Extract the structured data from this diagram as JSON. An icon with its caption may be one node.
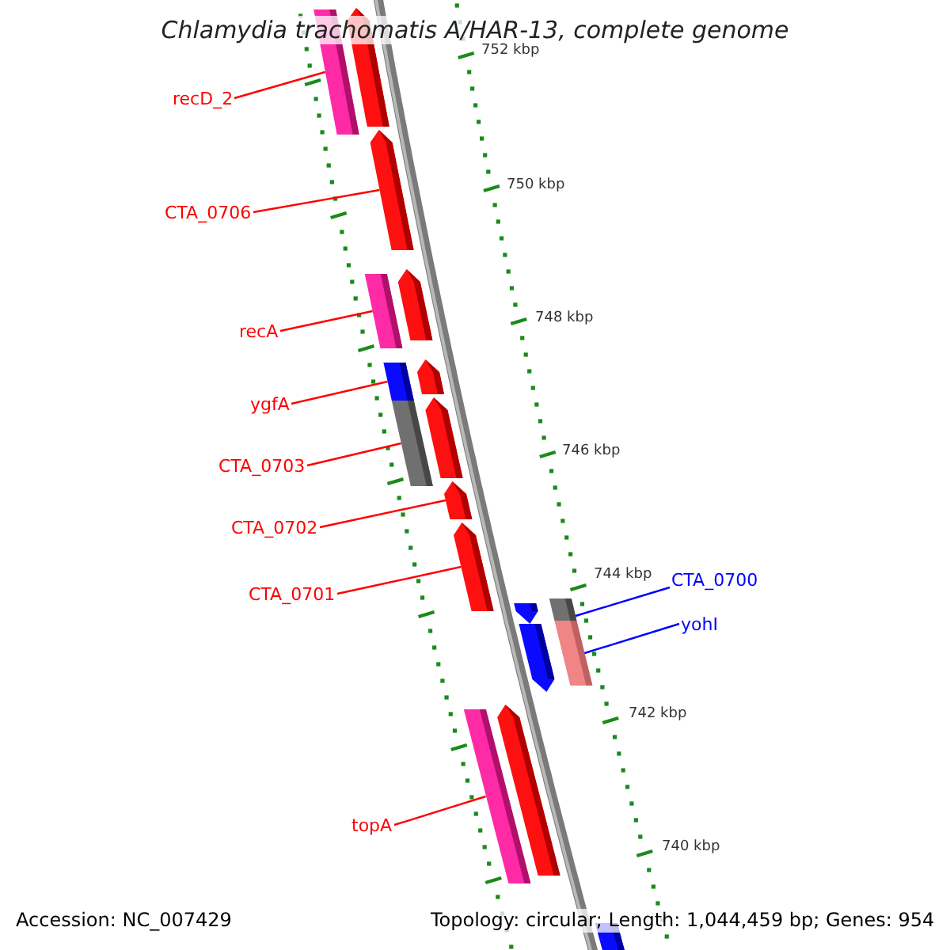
{
  "diagram": {
    "title": "Chlamydia trachomatis A/HAR-13, complete genome",
    "nodes": [
      {
        "text": [],
        "shape": "arrow"
      },
      {
        "text": [],
        "shape": "bar"
      },
      {
        "text": [
          "recD_2"
        ]
      },
      {
        "text": [],
        "shape": "arrow"
      },
      {
        "text": [
          "CTA_0706"
        ]
      },
      {
        "text": [],
        "shape": "arrow"
      },
      {
        "text": [],
        "shape": "bar"
      },
      {
        "text": [
          "recA"
        ]
      },
      {
        "text": [],
        "shape": "arrow"
      },
      {
        "text": [],
        "shape": "bar"
      },
      {
        "text": [],
        "shape": "arrow"
      },
      {
        "text": [],
        "shape": "bar"
      },
      {
        "text": [
          "ygfA"
        ]
      },
      {
        "text": [
          "CTA_0703"
        ]
      },
      {
        "text": [],
        "shape": "arrow"
      },
      {
        "text": [],
        "shape": "arrow"
      },
      {
        "text": [
          "CTA_0702"
        ]
      },
      {
        "text": [
          "CTA_0700"
        ]
      },
      {
        "text": [
          "CTA_0701"
        ]
      },
      {
        "text": [],
        "shape": "bar"
      },
      {
        "text": [],
        "shape": "arrow"
      },
      {
        "text": [],
        "shape": "bar"
      },
      {
        "text": [
          "yohI"
        ]
      },
      {
        "text": [],
        "shape": "arrow"
      },
      {
        "text": [],
        "shape": "arrow"
      },
      {
        "text": [],
        "shape": "bar"
      },
      {
        "text": [
          "topA"
        ]
      },
      {
        "text": [],
        "shape": "bar"
      }
    ],
    "edges": [
      {
        "from": 2,
        "to": 1,
        "arrow": "none"
      },
      {
        "from": 4,
        "to": 3,
        "arrow": "none"
      },
      {
        "from": 7,
        "to": 6,
        "arrow": "none"
      },
      {
        "from": 12,
        "to": 9,
        "arrow": "none"
      },
      {
        "from": 13,
        "to": 11,
        "arrow": "none"
      },
      {
        "from": 16,
        "to": 14,
        "arrow": "none"
      },
      {
        "from": 18,
        "to": 15,
        "arrow": "none"
      },
      {
        "from": 17,
        "to": 19,
        "arrow": "none",
        "color": "#0000ff"
      },
      {
        "from": 22,
        "to": 21,
        "arrow": "none",
        "color": "#0000ff"
      },
      {
        "from": 26,
        "to": 25,
        "arrow": "none"
      }
    ],
    "labels": [
      "752 kbp",
      "750 kbp",
      "748 kbp",
      "746 kbp",
      "744 kbp",
      "742 kbp",
      "740 kbp",
      "Accession: NC_007429",
      "Topology: circular; Length: 1,044,459 bp; Genes: 954"
    ]
  }
}
